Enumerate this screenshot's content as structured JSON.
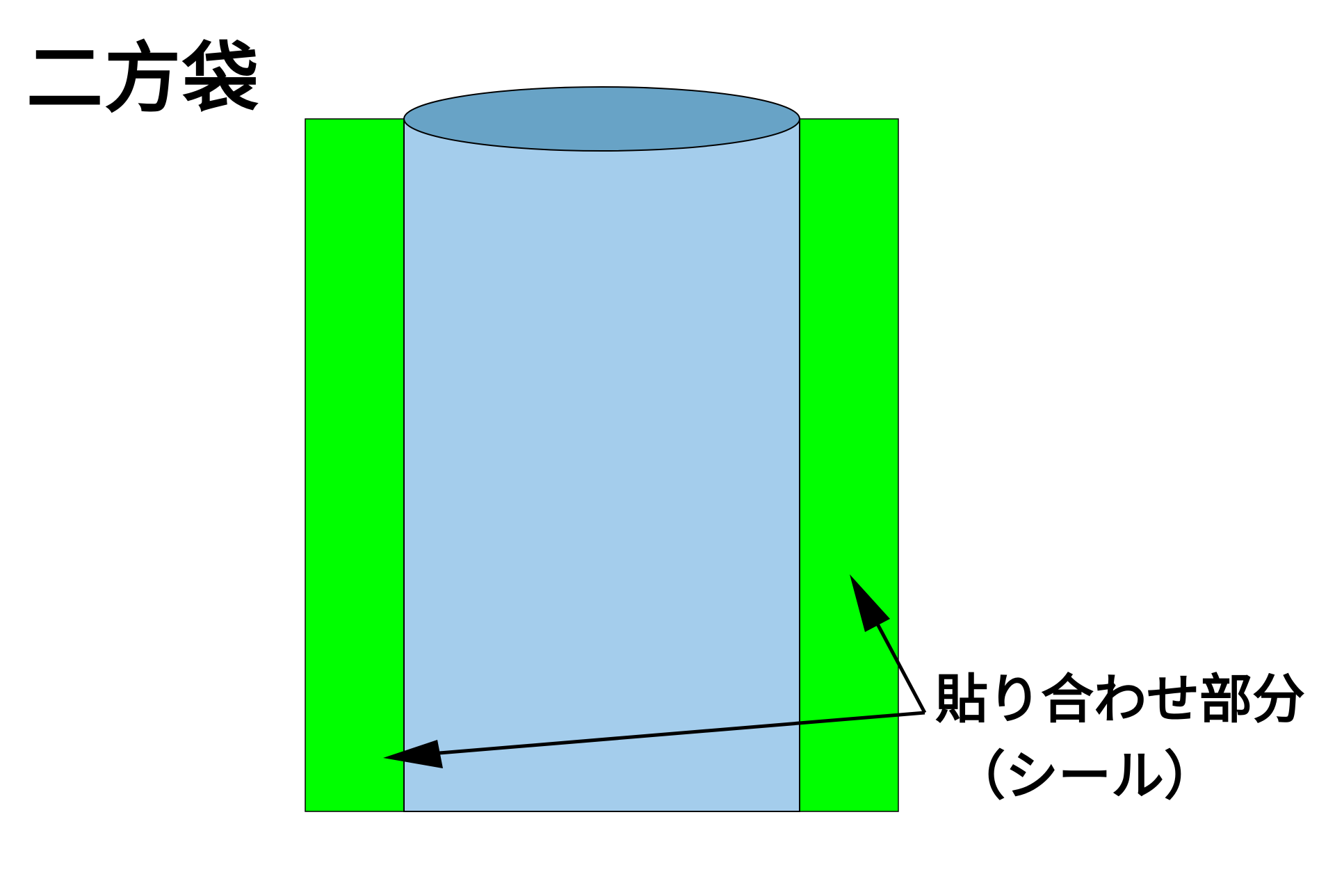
{
  "title": "二方袋",
  "labels": {
    "seal_part": "貼り合わせ部分",
    "seal_note": "（シール）"
  },
  "colors": {
    "seal_green": "#00ff00",
    "bag_body": "#a4cdec",
    "bag_opening": "#68a3c6",
    "outline": "#000000"
  }
}
